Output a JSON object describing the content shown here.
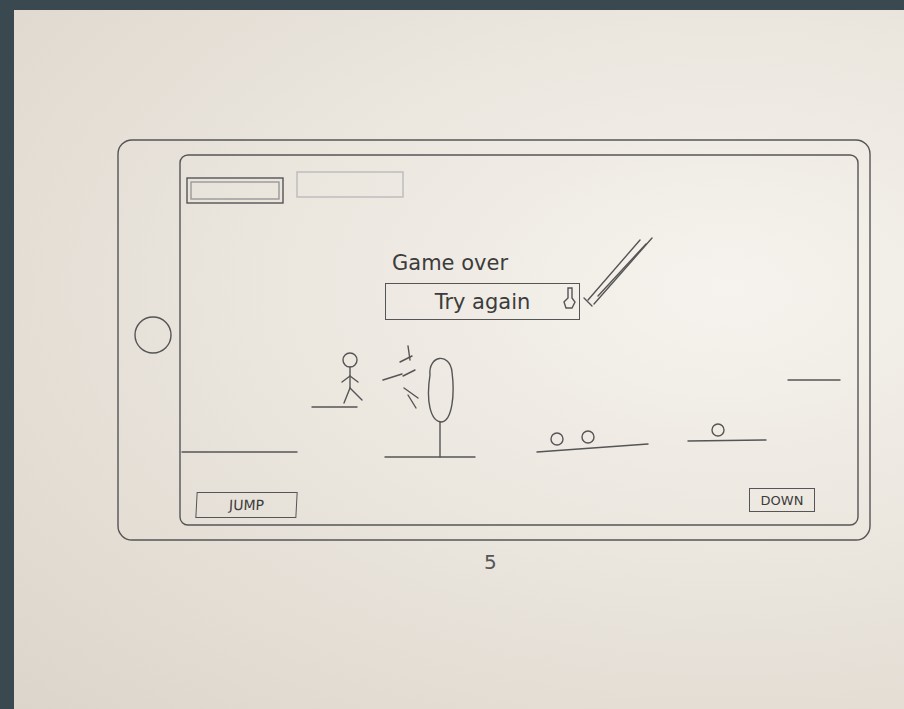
{
  "diagram": {
    "nodes": [
      {
        "text": [
          "Game over",
          "Try again"
        ]
      },
      {
        "text": [
          "JUMP"
        ]
      },
      {
        "text": [
          "DOWN"
        ]
      }
    ],
    "labels": [
      "5"
    ]
  }
}
